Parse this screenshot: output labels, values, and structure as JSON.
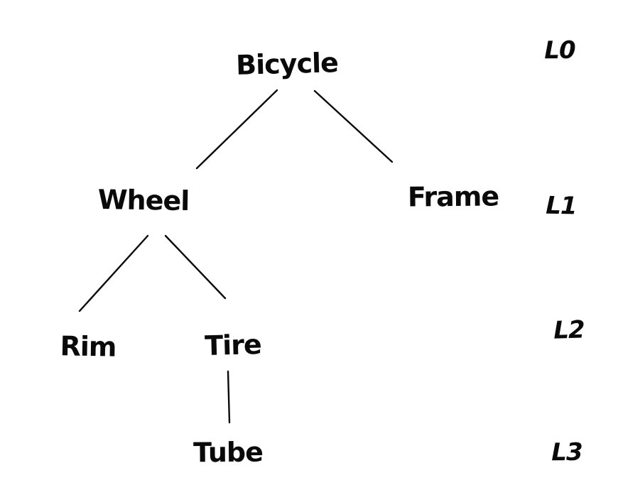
{
  "diagram": {
    "type": "tree",
    "style": "hand-drawn",
    "colors": {
      "ink": "#0a0a0a",
      "background": "#ffffff"
    },
    "nodes": [
      {
        "id": "bicycle",
        "label": "Bicycle",
        "level": 0
      },
      {
        "id": "wheel",
        "label": "Wheel",
        "level": 1
      },
      {
        "id": "frame",
        "label": "Frame",
        "level": 1
      },
      {
        "id": "rim",
        "label": "Rim",
        "level": 2
      },
      {
        "id": "tire",
        "label": "Tire",
        "level": 2
      },
      {
        "id": "tube",
        "label": "Tube",
        "level": 3
      }
    ],
    "edges": [
      {
        "from": "Bicycle",
        "to": "Wheel"
      },
      {
        "from": "Bicycle",
        "to": "Frame"
      },
      {
        "from": "Wheel",
        "to": "Rim"
      },
      {
        "from": "Wheel",
        "to": "Tire"
      },
      {
        "from": "Tire",
        "to": "Tube"
      }
    ],
    "level_labels": [
      {
        "label": "L0"
      },
      {
        "label": "L1"
      },
      {
        "label": "L2"
      },
      {
        "label": "L3"
      }
    ]
  }
}
